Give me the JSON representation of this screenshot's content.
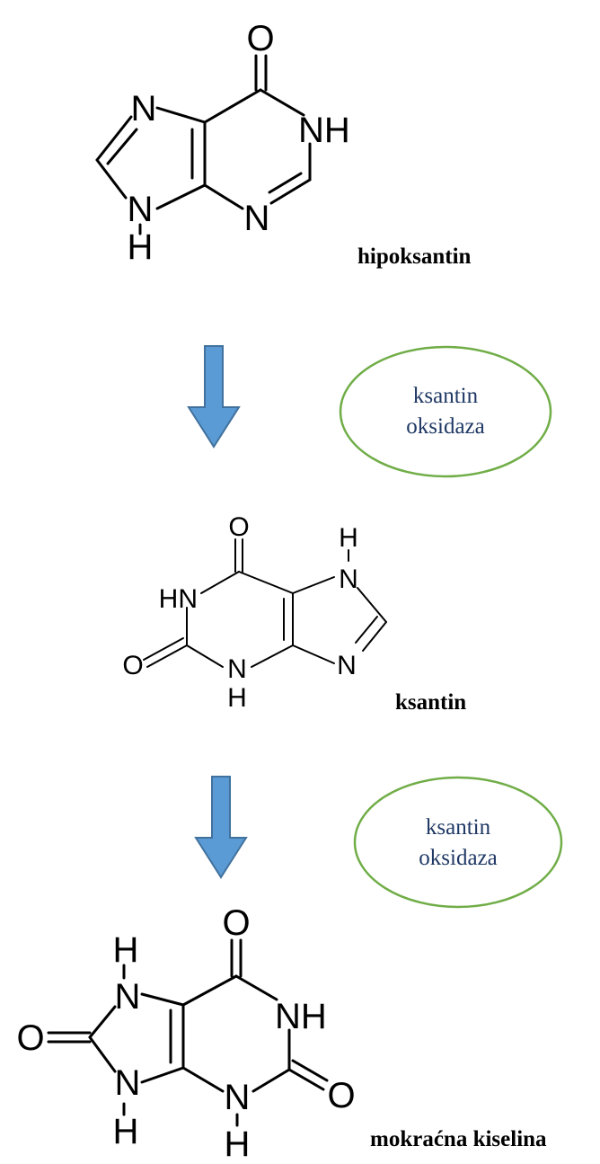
{
  "colors": {
    "arrow_fill": "#5b9bd5",
    "arrow_stroke": "#41719c",
    "ellipse_stroke": "#70ad47",
    "enzyme_text": "#1f3864"
  },
  "molecules": {
    "hypoxanthine": {
      "name": "hipoksantin",
      "atoms": {
        "o": "O",
        "n_top": "N",
        "nh_right": "NH",
        "n_bottom": "N",
        "n9": "N",
        "h9": "H"
      }
    },
    "xanthine": {
      "name": "ksantin",
      "atoms": {
        "o_top": "O",
        "hn": "HN",
        "o_left": "O",
        "n3": "N",
        "h3": "H",
        "h7": "H",
        "n7": "N",
        "n9": "N"
      }
    },
    "uric_acid": {
      "name": "mokraćna kiselina",
      "atoms": {
        "o_top": "O",
        "h7": "H",
        "n7": "N",
        "nh_right": "NH",
        "o_left": "O",
        "o_right": "O",
        "n9": "N",
        "h9": "H",
        "n3": "N",
        "h3": "H"
      }
    }
  },
  "steps": [
    {
      "enzyme_line1": "ksantin",
      "enzyme_line2": "oksidaza"
    },
    {
      "enzyme_line1": "ksantin",
      "enzyme_line2": "oksidaza"
    }
  ]
}
